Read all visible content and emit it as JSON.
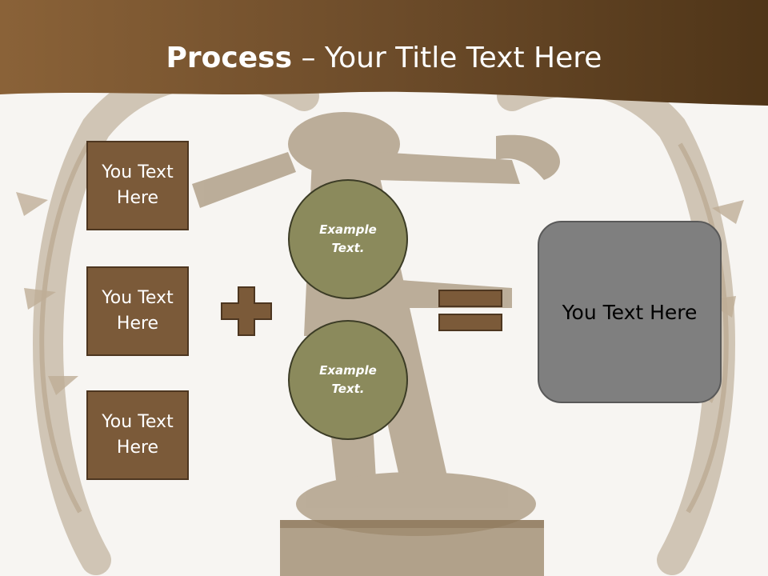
{
  "slide": {
    "title_bold": "Process",
    "title_rest": " – Your Title Text Here",
    "left_boxes": [
      "You Text Here",
      "You Text Here",
      "You Text Here"
    ],
    "circles": [
      "Example Text.",
      "Example Text."
    ],
    "result_text": "You Text Here"
  },
  "colors": {
    "title_bar": "#6d4c2a",
    "box_fill": "#7b5a39",
    "circle_fill": "#8b8a5c",
    "result_fill": "#7f7f7f",
    "operator_fill": "#7b5a39"
  },
  "icons": {
    "operator_1": "plus-icon",
    "operator_2": "equals-icon",
    "background": "nataraja-statue-image"
  }
}
